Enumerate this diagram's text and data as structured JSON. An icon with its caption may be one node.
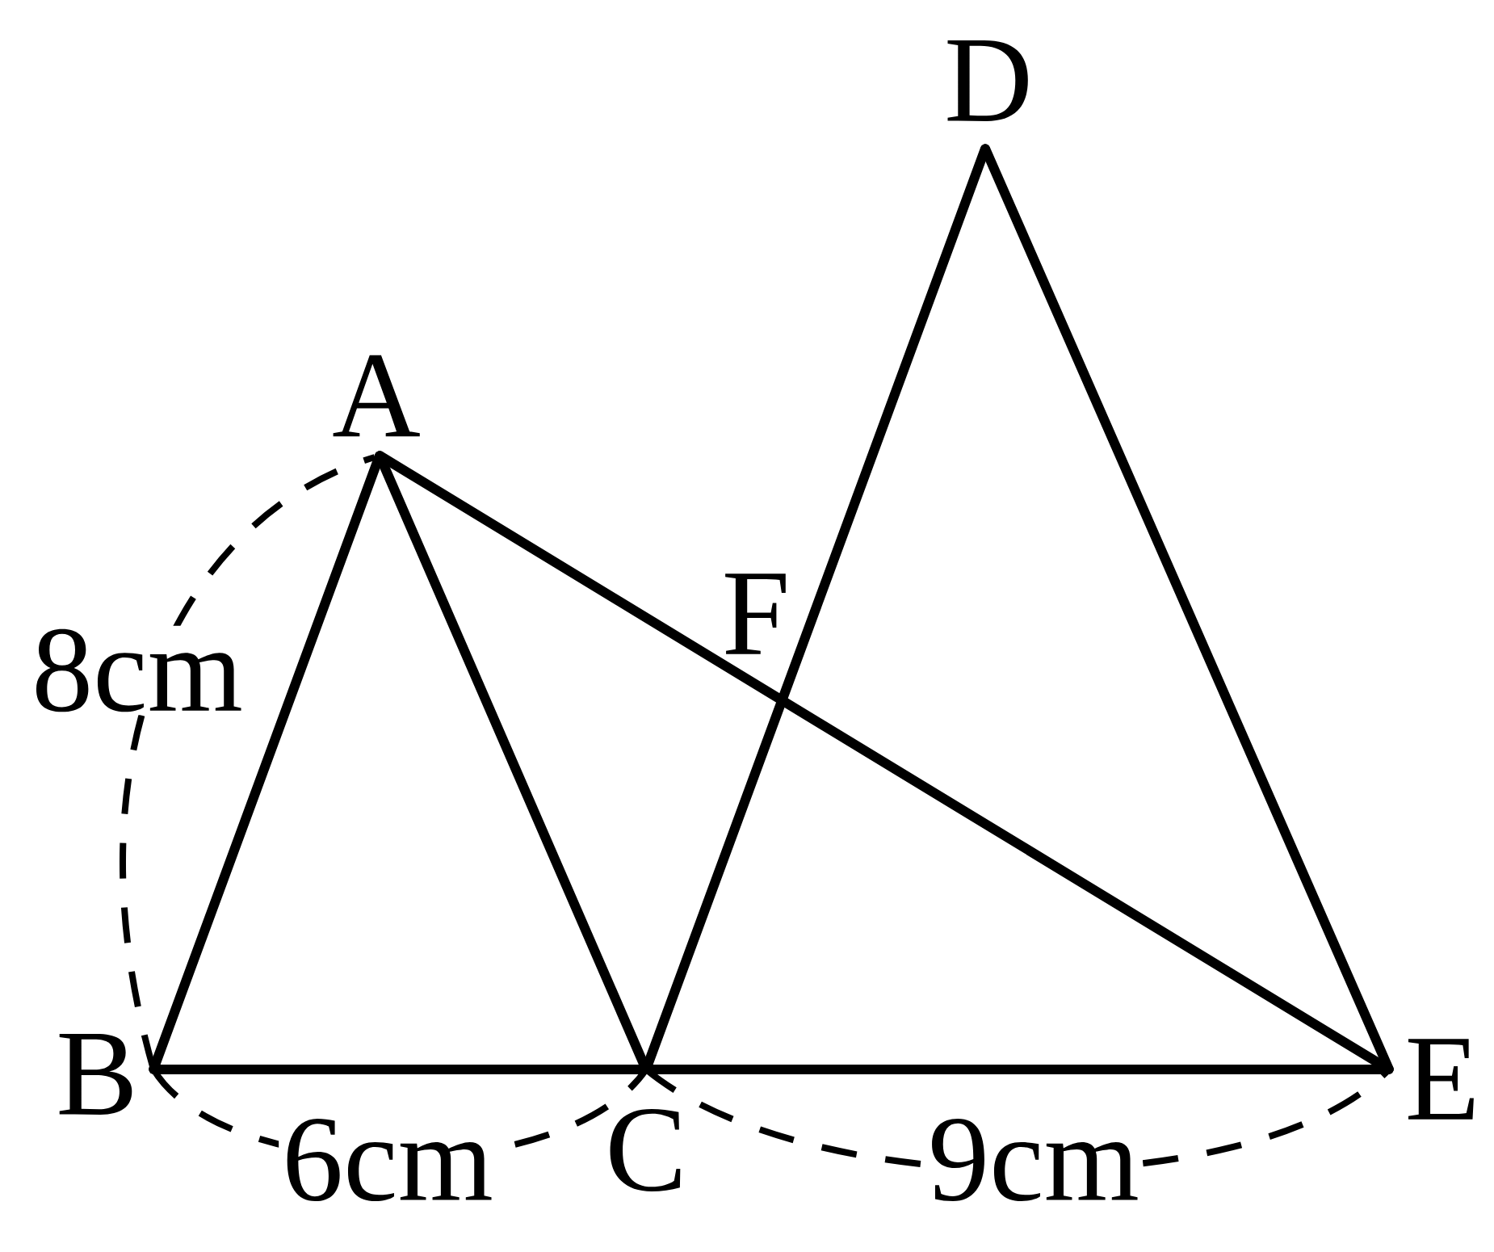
{
  "diagram": {
    "nodes": [
      {
        "text": [
          "A"
        ]
      },
      {
        "text": [
          "B"
        ]
      },
      {
        "text": [
          "C"
        ]
      },
      {
        "text": [
          "D"
        ]
      },
      {
        "text": [
          "E"
        ]
      }
    ],
    "edges": [
      {
        "from": 0,
        "to": 1,
        "arrow": "none"
      },
      {
        "from": 0,
        "to": 2,
        "arrow": "none"
      },
      {
        "from": 0,
        "to": 4,
        "arrow": "none"
      },
      {
        "from": 1,
        "to": 2,
        "arrow": "none"
      },
      {
        "from": 2,
        "to": 4,
        "arrow": "none"
      },
      {
        "from": 2,
        "to": 3,
        "arrow": "none"
      },
      {
        "from": 3,
        "to": 4,
        "arrow": "none"
      }
    ],
    "labels": [
      "F",
      "8cm",
      "6cm",
      "9cm"
    ]
  }
}
